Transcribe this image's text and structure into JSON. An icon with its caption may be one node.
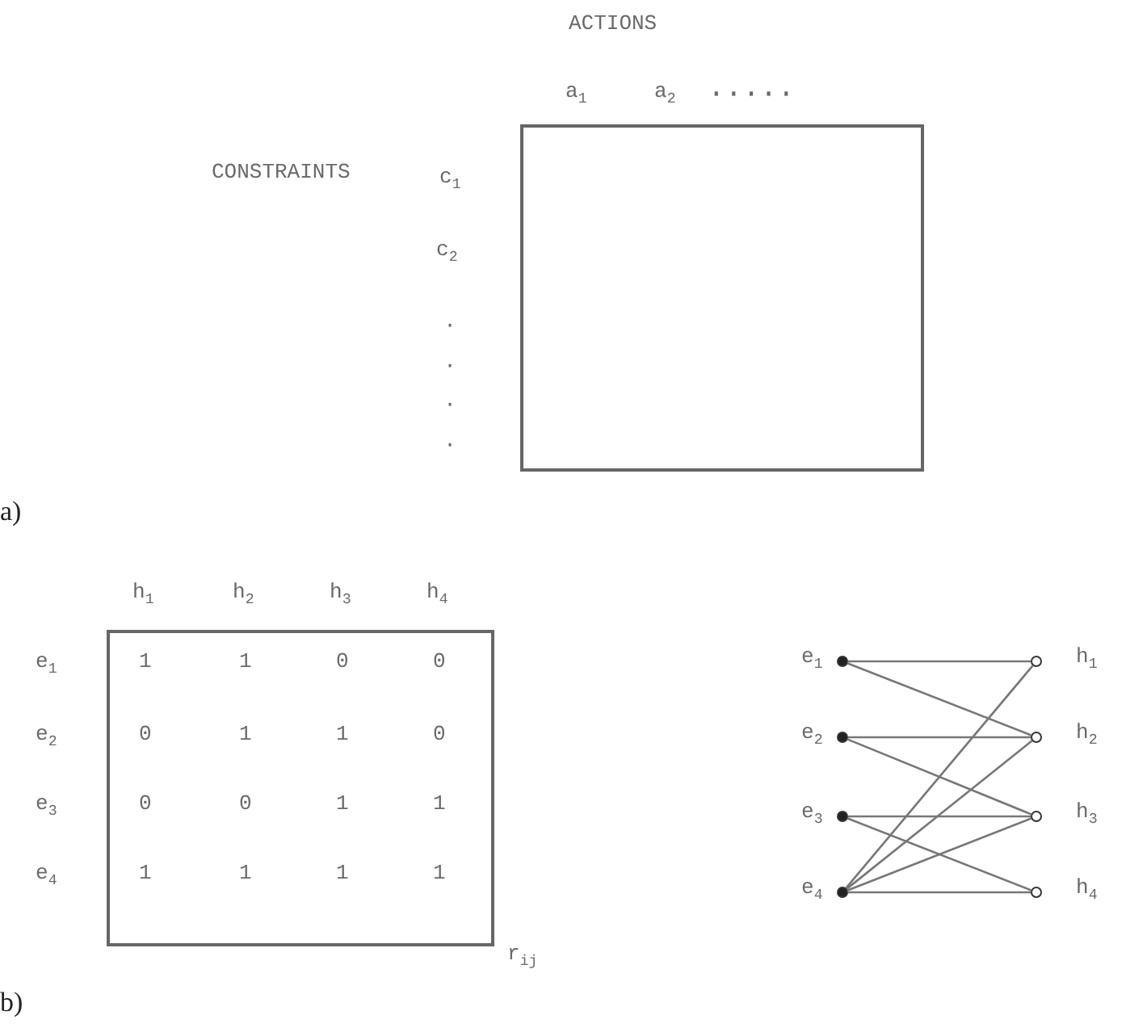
{
  "diagram": {
    "nodes": [
      {
        "text": [],
        "shape": "box"
      },
      {
        "text": [],
        "shape": "box"
      },
      {
        "text": [],
        "shape": "circle"
      },
      {
        "text": [],
        "shape": "circle"
      },
      {
        "text": [],
        "shape": "circle"
      },
      {
        "text": [],
        "shape": "circle"
      },
      {
        "text": [],
        "shape": "circle"
      },
      {
        "text": [],
        "shape": "circle"
      },
      {
        "text": [],
        "shape": "circle"
      },
      {
        "text": [],
        "shape": "circle"
      }
    ],
    "edges": [
      {
        "from": 2,
        "to": 6,
        "arrow": "none"
      },
      {
        "from": 2,
        "to": 7,
        "arrow": "none"
      },
      {
        "from": 3,
        "to": 7,
        "arrow": "none"
      },
      {
        "from": 3,
        "to": 8,
        "arrow": "none"
      },
      {
        "from": 4,
        "to": 8,
        "arrow": "none"
      },
      {
        "from": 4,
        "to": 9,
        "arrow": "none"
      },
      {
        "from": 5,
        "to": 6,
        "arrow": "none"
      },
      {
        "from": 5,
        "to": 7,
        "arrow": "none"
      },
      {
        "from": 5,
        "to": 8,
        "arrow": "none"
      },
      {
        "from": 5,
        "to": 9,
        "arrow": "none"
      }
    ],
    "labels": [
      "ACTIONS",
      "a$_{1}$",
      "a$_{2}$",
      "·····",
      "CONSTRAINTS",
      "c$_{1}$",
      "c$_{2}$",
      "····",
      "a)",
      "h$_{1}$",
      "h$_{2}$",
      "h$_{3}$",
      "h$_{4}$",
      "e$_{1}$",
      "1",
      "1",
      "0",
      "0",
      "e$_{2}$",
      "0",
      "1",
      "1",
      "0",
      "e$_{3}$",
      "0",
      "0",
      "1",
      "1",
      "e$_{4}$",
      "1",
      "1",
      "1",
      "1",
      "r$_{ij}$",
      "b)",
      "e$_{1}$",
      "h$_{1}$",
      "e$_{2}$",
      "h$_{2}$",
      "e$_{3}$",
      "h$_{3}$",
      "e$_{4}$",
      "h$_{4}$"
    ]
  }
}
